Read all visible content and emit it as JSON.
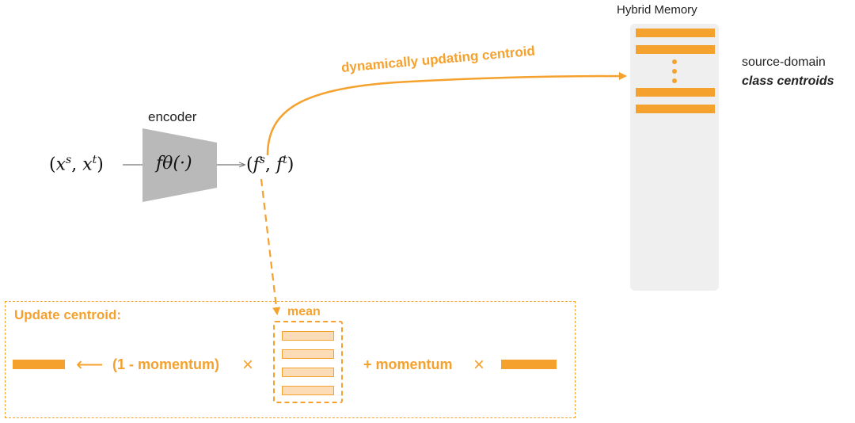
{
  "memory": {
    "title": "Hybrid Memory",
    "side_label_line1": "source-domain",
    "side_label_line2": "class centroids"
  },
  "encoder": {
    "label": "encoder",
    "function": "fθ(·)"
  },
  "input": {
    "text": "(xs, xt)",
    "x": "x",
    "s": "s",
    "t": "t"
  },
  "output": {
    "text": "(fs, ft)",
    "f": "f",
    "s": "s",
    "t": "t"
  },
  "arrow_label": "dynamically updating centroid",
  "update": {
    "title": "Update centroid:",
    "mean_label": "mean",
    "left_arrow": "⟵",
    "one_minus_momentum": "(1 - momentum)",
    "times1": "×",
    "plus_momentum": "+  momentum",
    "times2": "×"
  },
  "colors": {
    "accent": "#f5a12e",
    "accent_light": "#fbdcb6",
    "memory_bg": "#efefef",
    "encoder": "#b9b9b9"
  }
}
